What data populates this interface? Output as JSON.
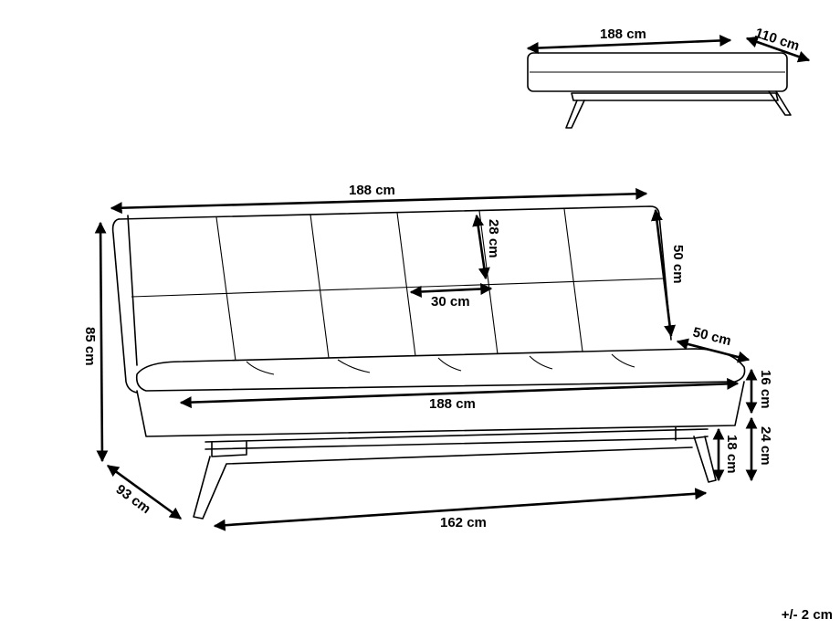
{
  "small_view": {
    "width": "188 cm",
    "depth": "110 cm"
  },
  "main_view": {
    "overall_width": "188 cm",
    "cushion_height": "28 cm",
    "cushion_width": "30 cm",
    "backrest_height": "50 cm",
    "seat_depth": "50 cm",
    "total_height": "85 cm",
    "seat_width": "188 cm",
    "seat_thickness": "16 cm",
    "seat_base_height": "24 cm",
    "leg_height": "18 cm",
    "total_depth": "93 cm",
    "leg_span": "162 cm"
  },
  "tolerance": "+/- 2 cm"
}
